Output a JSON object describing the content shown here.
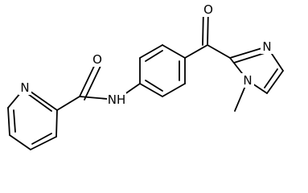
{
  "molecule": {
    "atom_labels": {
      "pyridine_n": "N",
      "amide_o": "O",
      "amide_nh": "NH",
      "ketone_o": "O",
      "imidazole_n3": "N",
      "imidazole_n1": "N"
    },
    "colors": {
      "bond": "#000000",
      "label": "#000000",
      "background": "#ffffff"
    }
  }
}
